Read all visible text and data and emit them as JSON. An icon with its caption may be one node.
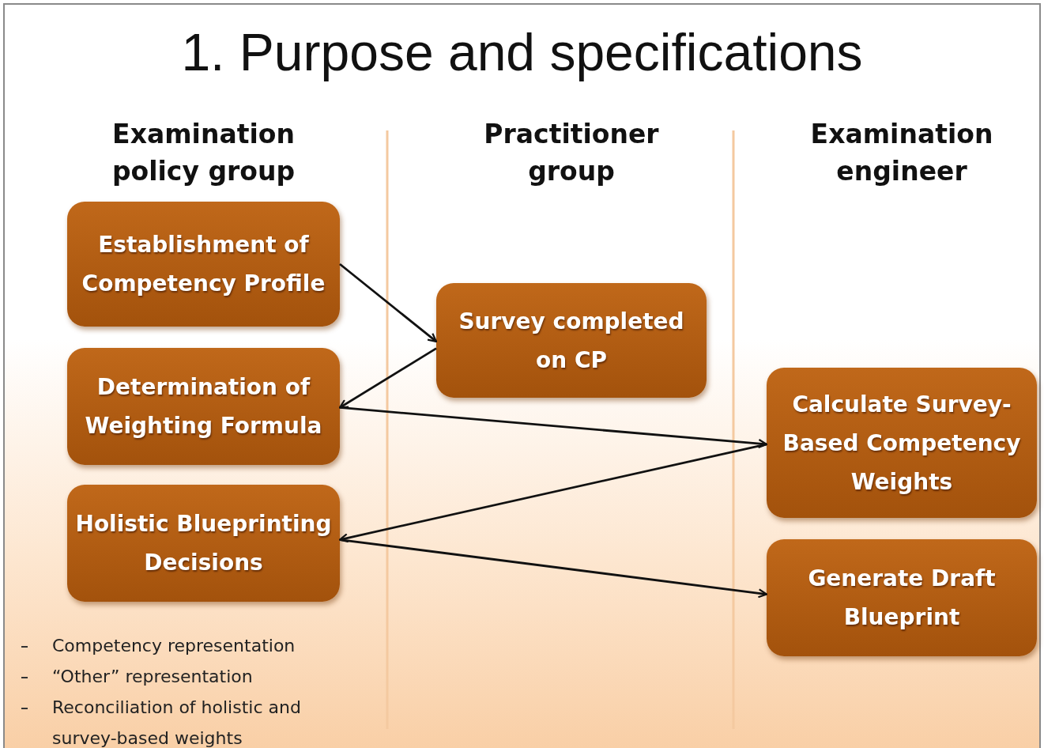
{
  "diagram": {
    "title": "1. Purpose and specifications",
    "nodes": [
      {
        "text": [
          "Establishment of Competency Profile"
        ]
      },
      {
        "text": [
          "Determination of Weighting Formula"
        ]
      },
      {
        "text": [
          "Holistic Blueprinting Decisions"
        ]
      },
      {
        "text": [
          "Survey completed on CP"
        ]
      },
      {
        "text": [
          "Calculate Survey-Based Competency Weights"
        ]
      },
      {
        "text": [
          "Generate Draft Blueprint"
        ]
      }
    ],
    "edges": [
      {
        "from": 0,
        "to": 3,
        "arrow": "to"
      },
      {
        "from": 3,
        "to": 1,
        "arrow": "to"
      },
      {
        "from": 1,
        "to": 4,
        "arrow": "to"
      },
      {
        "from": 4,
        "to": 2,
        "arrow": "to"
      },
      {
        "from": 2,
        "to": 5,
        "arrow": "to"
      }
    ],
    "labels": [
      "Examination policy group",
      "Practitioner group",
      "Examination engineer",
      "Competency representation",
      "“Other” representation",
      "Reconciliation of holistic and survey-based weights"
    ]
  }
}
